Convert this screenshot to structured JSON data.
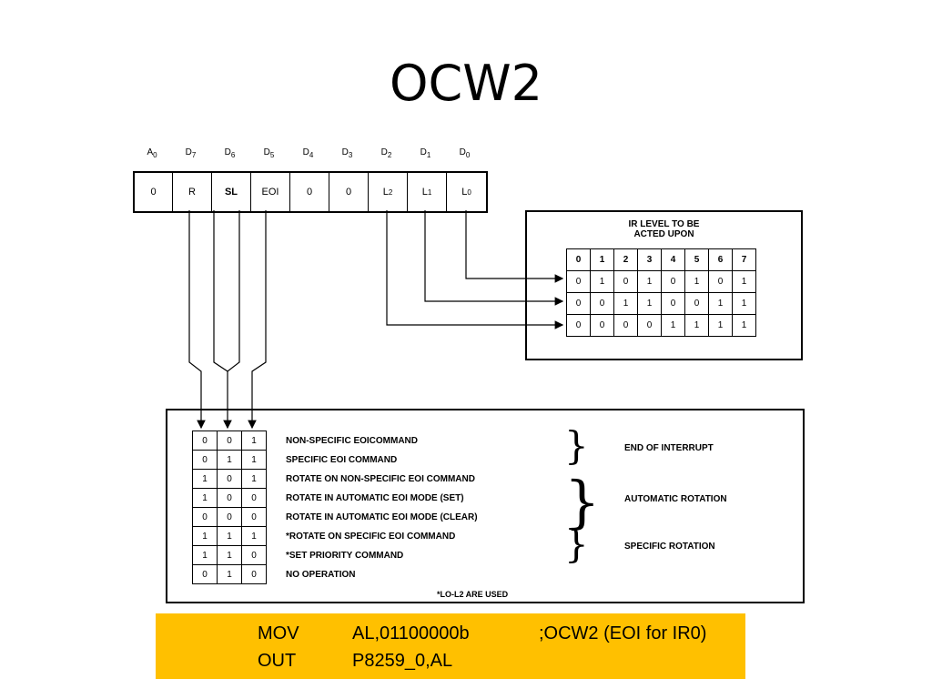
{
  "title": "OCW2",
  "bit_labels": [
    {
      "main": "A",
      "sub": "0"
    },
    {
      "main": "D",
      "sub": "7"
    },
    {
      "main": "D",
      "sub": "6"
    },
    {
      "main": "D",
      "sub": "5"
    },
    {
      "main": "D",
      "sub": "4"
    },
    {
      "main": "D",
      "sub": "3"
    },
    {
      "main": "D",
      "sub": "2"
    },
    {
      "main": "D",
      "sub": "1"
    },
    {
      "main": "D",
      "sub": "0"
    }
  ],
  "register": [
    {
      "main": "0",
      "sub": ""
    },
    {
      "main": "R",
      "sub": ""
    },
    {
      "main": "SL",
      "sub": ""
    },
    {
      "main": "EOI",
      "sub": ""
    },
    {
      "main": "0",
      "sub": ""
    },
    {
      "main": "0",
      "sub": ""
    },
    {
      "main": "L",
      "sub": "2"
    },
    {
      "main": "L",
      "sub": "1"
    },
    {
      "main": "L",
      "sub": "0"
    }
  ],
  "ir_level": {
    "title_line1": "IR LEVEL TO BE",
    "title_line2": "ACTED UPON",
    "header": [
      "0",
      "1",
      "2",
      "3",
      "4",
      "5",
      "6",
      "7"
    ],
    "rows": [
      [
        "0",
        "1",
        "0",
        "1",
        "0",
        "1",
        "0",
        "1"
      ],
      [
        "0",
        "0",
        "1",
        "1",
        "0",
        "0",
        "1",
        "1"
      ],
      [
        "0",
        "0",
        "0",
        "0",
        "1",
        "1",
        "1",
        "1"
      ]
    ]
  },
  "commands": {
    "bits": [
      [
        "0",
        "0",
        "1"
      ],
      [
        "0",
        "1",
        "1"
      ],
      [
        "1",
        "0",
        "1"
      ],
      [
        "1",
        "0",
        "0"
      ],
      [
        "0",
        "0",
        "0"
      ],
      [
        "1",
        "1",
        "1"
      ],
      [
        "1",
        "1",
        "0"
      ],
      [
        "0",
        "1",
        "0"
      ]
    ],
    "labels": [
      "NON-SPECIFIC EOICOMMAND",
      "SPECIFIC EOI COMMAND",
      "ROTATE ON NON-SPECIFIC EOI COMMAND",
      "ROTATE IN AUTOMATIC EOI MODE (SET)",
      "ROTATE IN AUTOMATIC EOI MODE (CLEAR)",
      "*ROTATE ON SPECIFIC EOI COMMAND",
      "*SET PRIORITY COMMAND",
      "NO OPERATION"
    ],
    "groups": [
      "END OF INTERRUPT",
      "AUTOMATIC ROTATION",
      "SPECIFIC ROTATION"
    ],
    "footnote": "*LO-L2 ARE USED"
  },
  "code": {
    "line1": {
      "op": "MOV",
      "args": "AL,01100000b",
      "comment": ";OCW2 (EOI for IR0)"
    },
    "line2": {
      "op": "OUT",
      "args": "P8259_0,AL",
      "comment": ""
    }
  }
}
